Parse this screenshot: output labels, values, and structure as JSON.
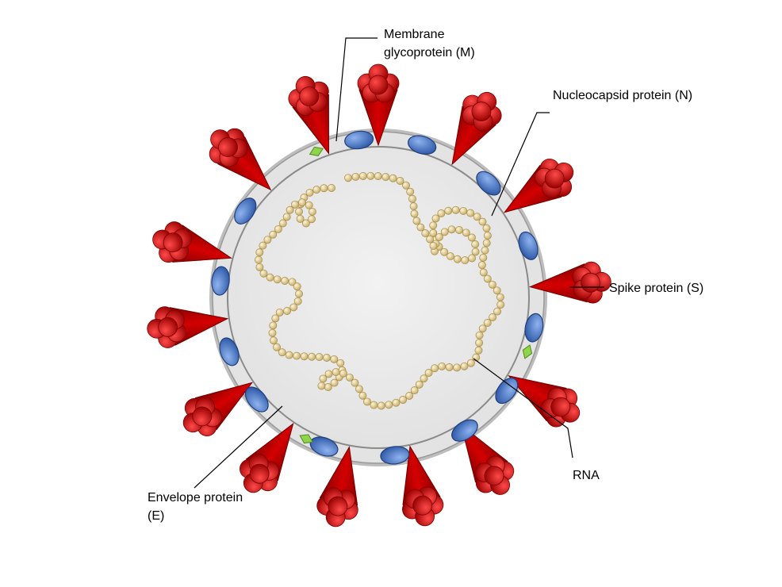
{
  "labels": {
    "membrane_line1": "Membrane",
    "membrane_line2": "glycoprotein (M)",
    "nucleocapsid": "Nucleocapsid protein (N)",
    "spike": "Spike protein (S)",
    "rna": "RNA",
    "envelope_line1": "Envelope protein",
    "envelope_line2": "(E)"
  },
  "colors": {
    "spike": "#c00000",
    "spike_dark": "#7a0000",
    "membrane_protein": "#4a78c8",
    "envelope_protein": "#8fd44a",
    "nucleocapsid_bead": "#e8d6a0",
    "interior": "#ebebeb",
    "envelope_ring": "#d2d2d2"
  }
}
